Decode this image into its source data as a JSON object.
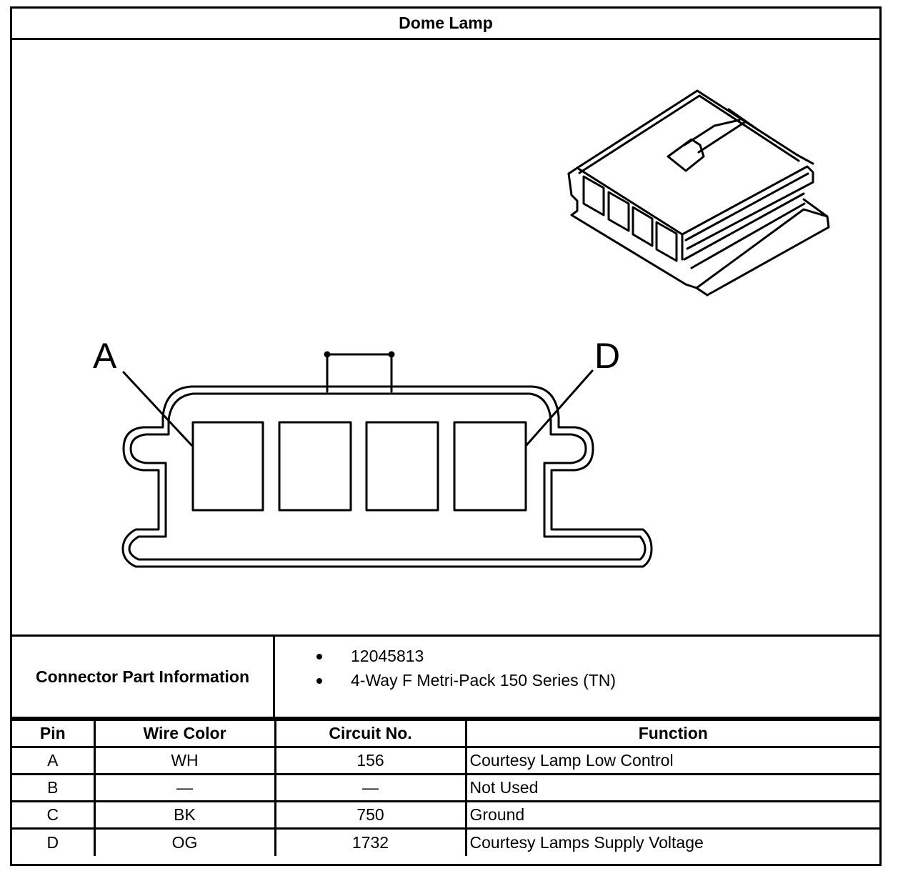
{
  "title": "Dome Lamp",
  "diagram": {
    "labels": {
      "left": "A",
      "right": "D"
    }
  },
  "connector_info": {
    "label": "Connector Part Information",
    "items": [
      "12045813",
      "4-Way F Metri-Pack 150 Series (TN)"
    ]
  },
  "pin_table": {
    "headers": {
      "pin": "Pin",
      "wire_color": "Wire Color",
      "circuit": "Circuit No.",
      "function": "Function"
    },
    "rows": [
      {
        "pin": "A",
        "wire_color": "WH",
        "circuit": "156",
        "function": "Courtesy Lamp Low Control"
      },
      {
        "pin": "B",
        "wire_color": "—",
        "circuit": "—",
        "function": "Not Used"
      },
      {
        "pin": "C",
        "wire_color": "BK",
        "circuit": "750",
        "function": "Ground"
      },
      {
        "pin": "D",
        "wire_color": "OG",
        "circuit": "1732",
        "function": "Courtesy Lamps Supply Voltage"
      }
    ]
  }
}
